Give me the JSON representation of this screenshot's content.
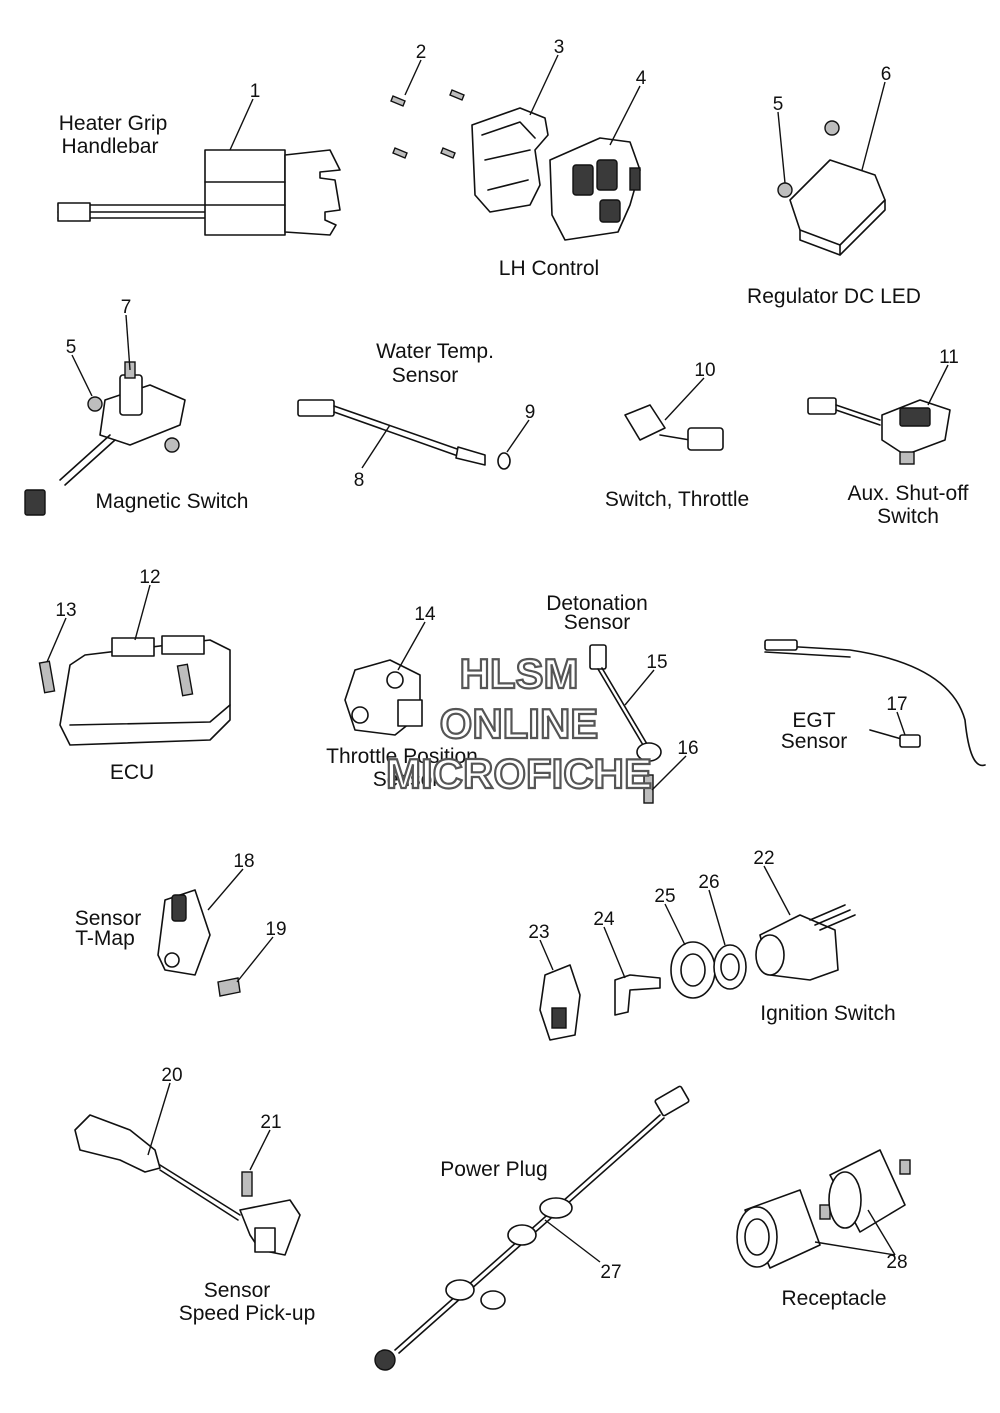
{
  "labels": {
    "heater_grip": [
      "Heater Grip",
      "Handlebar"
    ],
    "lh_control": "LH Control",
    "regulator": "Regulator DC LED",
    "water_temp": [
      "Water Temp.",
      "Sensor"
    ],
    "magnetic_switch": "Magnetic Switch",
    "switch_throttle": "Switch, Throttle",
    "aux_shutoff": [
      "Aux. Shut-off",
      "Switch"
    ],
    "detonation": [
      "Detonation",
      "Sensor"
    ],
    "ecu": "ECU",
    "throttle_position": [
      "Throttle Position",
      "Sensor"
    ],
    "egt": [
      "EGT",
      "Sensor"
    ],
    "tmap": [
      "Sensor",
      "T-Map"
    ],
    "ignition": "Ignition Switch",
    "power_plug": "Power Plug",
    "speed_pickup": [
      "Sensor",
      "Speed Pick-up"
    ],
    "receptacle": "Receptacle"
  },
  "callouts": {
    "c1": "1",
    "c2": "2",
    "c3": "3",
    "c4": "4",
    "c5a": "5",
    "c6": "6",
    "c5b": "5",
    "c7": "7",
    "c8": "8",
    "c9": "9",
    "c10": "10",
    "c11": "11",
    "c12": "12",
    "c13": "13",
    "c14": "14",
    "c15": "15",
    "c16": "16",
    "c17": "17",
    "c18": "18",
    "c19": "19",
    "c22": "22",
    "c23": "23",
    "c24": "24",
    "c25": "25",
    "c26": "26",
    "c20": "20",
    "c21": "21",
    "c27": "27",
    "c28": "28"
  },
  "watermark": [
    "HLSM",
    "ONLINE",
    "MICROFICHE"
  ],
  "colors": {
    "line": "#111111",
    "fill": "#ffffff",
    "watermark_stroke": "#555555"
  }
}
